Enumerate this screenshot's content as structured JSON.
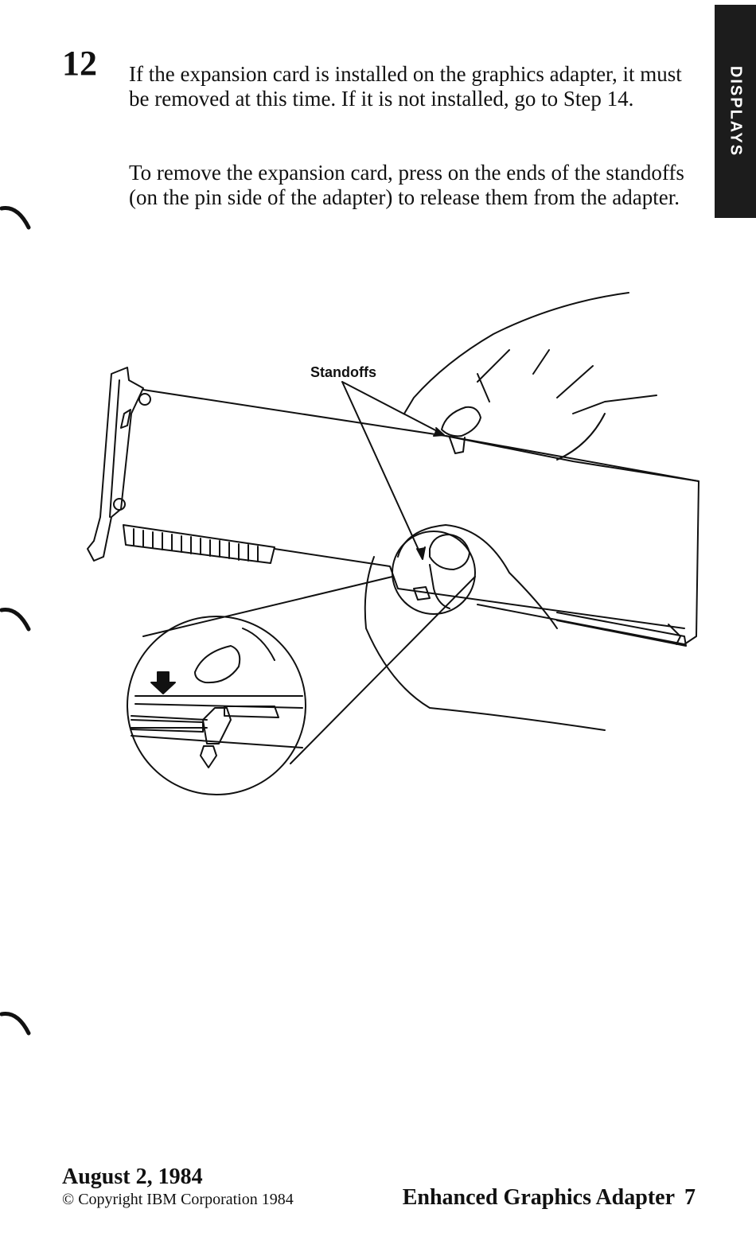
{
  "step": {
    "number": "12",
    "paragraph1": "If the expansion card is installed on the graphics adapter, it must be removed at this time.  If it is not installed, go to Step 14.",
    "paragraph2": "To remove the expansion card, press on the ends of the standoffs (on the pin side of the adapter) to release them from the adapter."
  },
  "side_tab": {
    "label": "DISPLAYS"
  },
  "figure": {
    "callout": "Standoffs"
  },
  "footer": {
    "date": "August 2, 1984",
    "copyright": "© Copyright IBM Corporation 1984",
    "title": "Enhanced Graphics Adapter",
    "page_number": "7"
  }
}
